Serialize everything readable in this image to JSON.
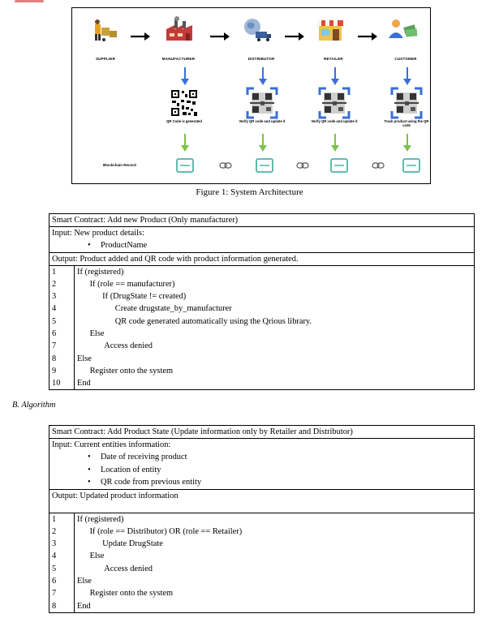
{
  "figure": {
    "stages": [
      "SUPPLIER",
      "MANUFACTURER",
      "DISTRIBUTOR",
      "RETAILER",
      "CUSTOMER"
    ],
    "qr_captions": [
      "QR Code is generated",
      "Verify QR code and update it",
      "Verify QR code and update it",
      "Track product using the QR code"
    ],
    "blockchain_label": "Blockchain Record",
    "caption": "Figure 1: System Architecture",
    "colors": {
      "arrow_blue": "#3a6fd8",
      "arrow_green": "#7dc24a",
      "block_teal": "#4fb3a5"
    }
  },
  "algorithm1": {
    "title": "Smart Contract: Add new Product (Only manufacturer)",
    "input_label": "Input: New product details:",
    "input_items": [
      "ProductName"
    ],
    "output_label": "Output: Product added and QR code with product information generated.",
    "line_numbers": [
      "1",
      "2",
      "3",
      "4",
      "5",
      "6",
      "7",
      "8",
      "9",
      "10"
    ],
    "lines": [
      "If (registered)",
      "      If (role == manufacturer)",
      "            If (DrugState != created)",
      "                  Create drugstate_by_manufacturer",
      "                  QR code generated automatically using the Qrious library.",
      "      Else",
      "             Access denied",
      "Else",
      "      Register onto the system",
      "End"
    ]
  },
  "section_heading": "B.   Algorithm",
  "algorithm2": {
    "title": "Smart Contract: Add Product State (Update information only by Retailer and Distributor)",
    "input_label": "Input: Current entities information:",
    "input_items": [
      "Date of receiving product",
      "Location of entity",
      "QR code from previous entity"
    ],
    "output_label": "Output: Updated product information",
    "line_numbers": [
      "1",
      "2",
      "3",
      "4",
      "5",
      "6",
      "7",
      "8"
    ],
    "lines": [
      "If (registered)",
      "      If (role == Distributor) OR (role == Retailer)",
      "            Update DrugState",
      "      Else",
      "             Access denied",
      "Else",
      "      Register onto the system",
      "End"
    ]
  }
}
